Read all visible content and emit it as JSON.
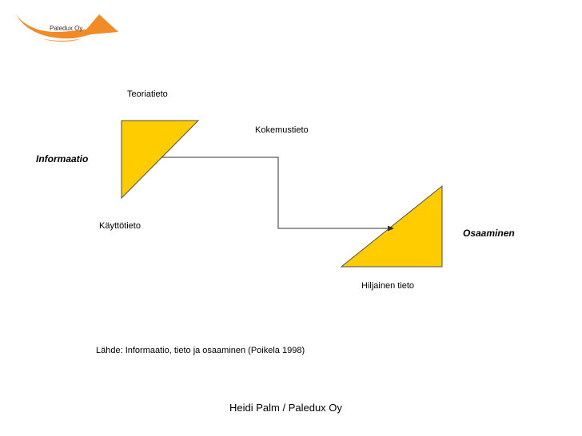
{
  "logo": {
    "text": "Paledux Oy",
    "accent_color": "#f28a26"
  },
  "diagram": {
    "triangle_fill": "#ffcc00",
    "triangle_stroke": "#4d4d4d",
    "connector_color": "#333333",
    "labels": {
      "teoriatieto": "Teoriatieto",
      "kokemustieto": "Kokemustieto",
      "informaatio": "Informaatio",
      "kayttotieto": "Käyttötieto",
      "osaaminen": "Osaaminen",
      "hiljainen_tieto": "Hiljainen tieto"
    }
  },
  "source": "Lähde: Informaatio, tieto ja osaaminen (Poikela 1998)",
  "footer": "Heidi Palm / Paledux Oy"
}
